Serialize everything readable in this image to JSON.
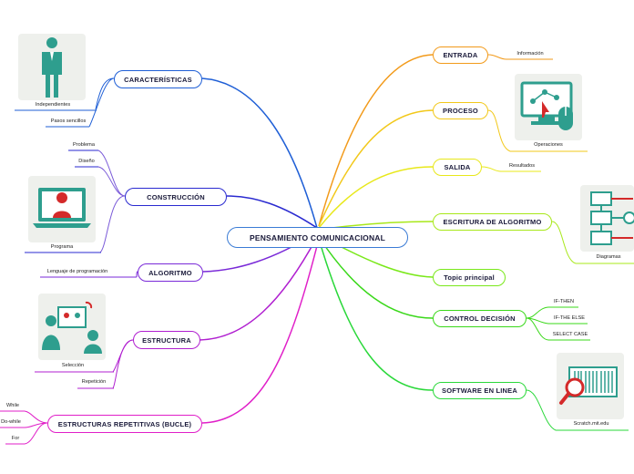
{
  "central": "PENSAMIENTO COMUNICACIONAL",
  "left": {
    "caracteristicas": {
      "label": "CARACTERÍSTICAS",
      "color": "#1f5fd6",
      "leaves": [
        "Independientes",
        "Pasos sencillos"
      ]
    },
    "construccion": {
      "label": "CONSTRUCCIÓN",
      "color": "#2a2ad0",
      "leaves": [
        "Problema",
        "Diseño",
        "Programa"
      ]
    },
    "algoritmo": {
      "label": "ALGORITMO",
      "color": "#7a2ad8",
      "leaves": [
        "Lenguaje de programación"
      ]
    },
    "estructura": {
      "label": "ESTRUCTURA",
      "color": "#b01fd0",
      "leaves": [
        "Selección",
        "Repetición"
      ]
    },
    "bucle": {
      "label": "ESTRUCTURAS REPETITIVAS (BUCLE)",
      "color": "#e01fc8",
      "leaves": [
        "While",
        "Do-while",
        "For"
      ]
    }
  },
  "right": {
    "entrada": {
      "label": "ENTRADA",
      "color": "#f29a1a",
      "leaves": [
        "Información"
      ]
    },
    "proceso": {
      "label": "PROCESO",
      "color": "#f2c81a",
      "leaves": [
        "Operaciones"
      ]
    },
    "salida": {
      "label": "SALIDA",
      "color": "#e8e81a",
      "leaves": [
        "Resultados"
      ]
    },
    "escritura": {
      "label": "ESCRITURA DE ALGORITMO",
      "color": "#a8e81a",
      "leaves": [
        "Diagramas"
      ]
    },
    "topic": {
      "label": "Topic principal",
      "color": "#7ae81a"
    },
    "decision": {
      "label": "CONTROL DECISIÓN",
      "color": "#3ad81a",
      "leaves": [
        "IF-THEN",
        "IF-THE ELSE",
        "SELECT CASE"
      ]
    },
    "software": {
      "label": "SOFTWARE EN LINEA",
      "color": "#2ad83a",
      "leaves": [
        "Scratch.mit.edu"
      ]
    }
  },
  "icons": [
    "businessman-icon",
    "laptop-user-icon",
    "meeting-icon",
    "computer-network-icon",
    "flowchart-icon",
    "barcode-search-icon"
  ]
}
